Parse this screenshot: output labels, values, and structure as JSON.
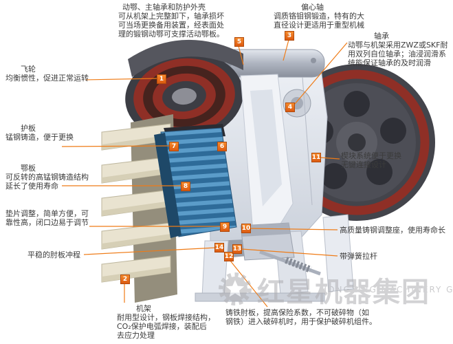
{
  "colors": {
    "accent_orange": "#ef7b16",
    "marker_orange": "#dc5a10",
    "flywheel_red": "#8f2f26",
    "flywheel_dark": "#43444b",
    "jaw_blue": "#2e6b99",
    "stand_beige": "#e9e3d0",
    "watermark_gray": "#aeaeb2"
  },
  "labels": {
    "housing": {
      "title": "动鄂、主轴承和防护外壳",
      "text": "可从机架上完整卸下，轴承损坏\n可当场更换备用装置，经表面处\n理的锻钢动鄂可支撑活动鄂板。"
    },
    "eccentric_shaft": {
      "title": "偏心轴",
      "text": "调质铬钼钢锻造，特有的大\n直径设计更适用于重型机械"
    },
    "bearing": {
      "title": "轴承",
      "text": "动鄂与机架采用ZWZ或SKF耐\n用双列自位轴承；油浸润滑系\n统能保证轴承的及时润滑"
    },
    "flywheel": {
      "title": "飞轮",
      "text": "均衡惯性，促进正常运转"
    },
    "guard_plate": {
      "title": "护板",
      "text": "锰钢铸造，便于更换"
    },
    "jaw_plate": {
      "title": "鄂板",
      "text": "可反转的高锰钢铸造结构\n延长了使用寿命"
    },
    "shim_adjust": {
      "title": "",
      "text": "垫片调整，简单方便，可\n靠性高，闭口边易于调节"
    },
    "toggle_stroke": {
      "title": "",
      "text": "平稳的肘板冲程"
    },
    "frame": {
      "title": "机架",
      "text": "耐用型设计，钢板焊接结构，\nCO₂保护电弧焊接，装配后\n去应力处理"
    },
    "toggle_plate": {
      "title": "",
      "text": "铸铁肘板，提高保险系数，不可破碎物（如\n钢铁）进入破碎机时，用于保护破碎机组件。"
    },
    "wedge_system": {
      "title": "",
      "text": "楔块系统便于更换\n无键连接设计"
    },
    "adjust_seat": {
      "title": "",
      "text": "高质量铸钢调整座，使用寿命长"
    },
    "spring_rod": {
      "title": "",
      "text": "带弹簧拉杆"
    }
  },
  "markers": [
    "1",
    "2",
    "3",
    "4",
    "5",
    "6",
    "7",
    "8",
    "9",
    "10",
    "11",
    "12",
    "13",
    "14"
  ],
  "watermark": {
    "brand_cn": "红星机器集团",
    "brand_en": "HONGXING MACHINERY GROUP",
    "logo": "gear-star-icon"
  }
}
